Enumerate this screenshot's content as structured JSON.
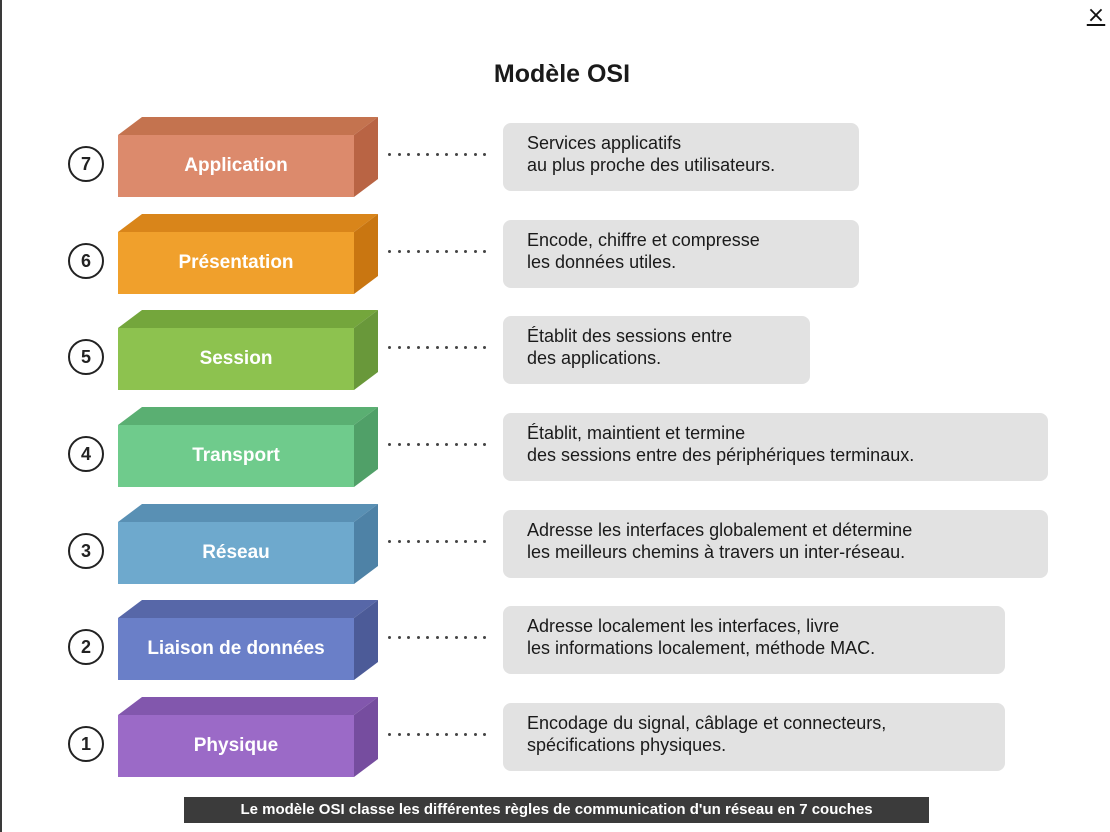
{
  "close_glyph": "×",
  "title": "Modèle OSI",
  "layers": [
    {
      "number": "7",
      "name": "Application",
      "front": "#dc8a6c",
      "top": "#c4734f",
      "side": "#b96444",
      "desc": [
        "Services applicatifs",
        "au plus proche des utilisateurs."
      ]
    },
    {
      "number": "6",
      "name": "Présentation",
      "front": "#f0a02c",
      "top": "#d9851a",
      "side": "#c97611",
      "desc": [
        "Encode, chiffre et compresse",
        "les données utiles."
      ]
    },
    {
      "number": "5",
      "name": "Session",
      "front": "#8dc24f",
      "top": "#74a63c",
      "side": "#69983a",
      "desc": [
        "Établit des sessions entre",
        "des applications."
      ]
    },
    {
      "number": "4",
      "name": "Transport",
      "front": "#6fcb8c",
      "top": "#5aaf72",
      "side": "#50a068",
      "desc": [
        "Établit, maintient et termine",
        "des sessions entre des périphériques terminaux."
      ]
    },
    {
      "number": "3",
      "name": "Réseau",
      "front": "#6ea9cd",
      "top": "#5990b4",
      "side": "#4e82a6",
      "desc": [
        "Adresse les interfaces globalement et détermine",
        "les meilleurs chemins à travers un inter-réseau."
      ]
    },
    {
      "number": "2",
      "name": "Liaison de données",
      "front": "#6a7fc8",
      "top": "#5767a8",
      "side": "#4c5b98",
      "desc": [
        "Adresse localement les interfaces, livre",
        "les informations localement, méthode MAC."
      ]
    },
    {
      "number": "1",
      "name": "Physique",
      "front": "#9b6ac7",
      "top": "#8257ad",
      "side": "#764d9f",
      "desc": [
        "Encodage du signal, câblage et connecteurs,",
        "spécifications physiques."
      ]
    }
  ],
  "caption": "Le modèle OSI classe les différentes règles de communication d'un réseau en 7 couches"
}
